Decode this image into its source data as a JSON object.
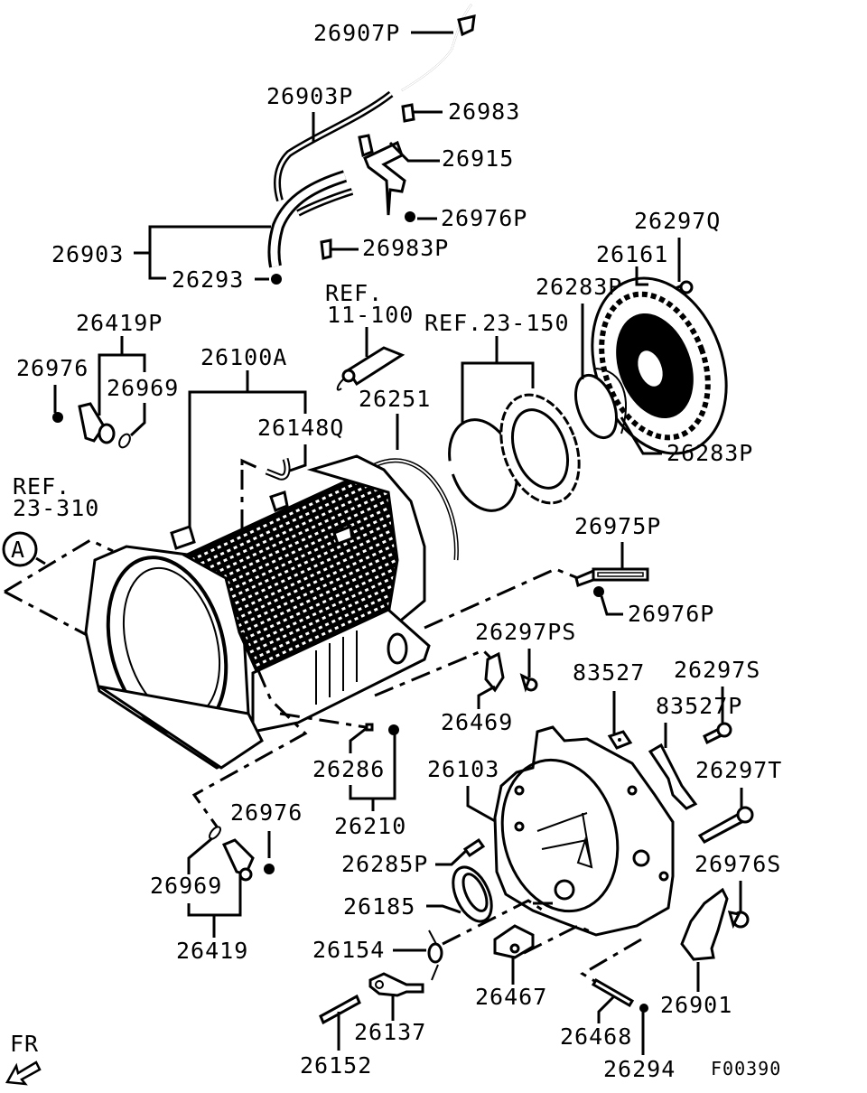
{
  "diagram": {
    "figure_id": "F00390",
    "direction_indicator": "FR",
    "callout_circle": "A",
    "references": [
      {
        "id": "ref-11-100",
        "lines": [
          "REF.",
          "11-100"
        ]
      },
      {
        "id": "ref-23-150",
        "lines": [
          "REF.23-150"
        ]
      },
      {
        "id": "ref-23-310",
        "lines": [
          "REF.",
          "23-310"
        ]
      }
    ],
    "labels": {
      "p26907P": "26907P",
      "p26903P": "26903P",
      "p26983": "26983",
      "p26915": "26915",
      "p26976P_top": "26976P",
      "p26903": "26903",
      "p26293": "26293",
      "p26983P": "26983P",
      "p26297Q": "26297Q",
      "p26161": "26161",
      "p26283P_top": "26283P",
      "p26283P_bottom": "26283P",
      "p26419P": "26419P",
      "p26976_left": "26976",
      "p26969_top": "26969",
      "p26100A": "26100A",
      "p26148Q": "26148Q",
      "p26251": "26251",
      "p26975P": "26975P",
      "p26976P_mid": "26976P",
      "p26297PS": "26297PS",
      "p26469": "26469",
      "p83527": "83527",
      "p26297S": "26297S",
      "p83527P": "83527P",
      "p26286": "26286",
      "p26103": "26103",
      "p26297T": "26297T",
      "p26210": "26210",
      "p26976_bottom": "26976",
      "p26285P": "26285P",
      "p26976S": "26976S",
      "p26969_bottom": "26969",
      "p26185": "26185",
      "p26419": "26419",
      "p26154": "26154",
      "p26467": "26467",
      "p26901": "26901",
      "p26137": "26137",
      "p26468": "26468",
      "p26152": "26152",
      "p26294": "26294"
    }
  }
}
